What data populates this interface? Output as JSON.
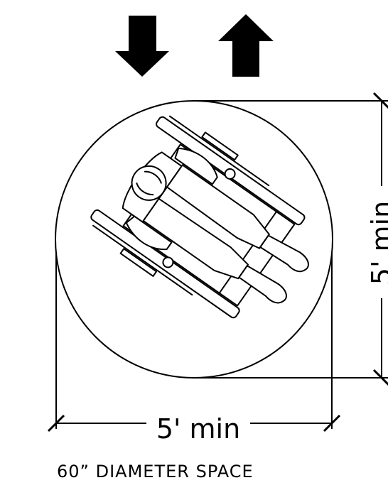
{
  "arrows": {
    "left": "arrow-down-icon",
    "right": "arrow-up-icon"
  },
  "dimensions": {
    "horizontal_label": "5' min",
    "vertical_label": "5' min"
  },
  "caption": "60” DIAMETER SPACE",
  "colors": {
    "ink": "#000000",
    "background": "#ffffff"
  }
}
